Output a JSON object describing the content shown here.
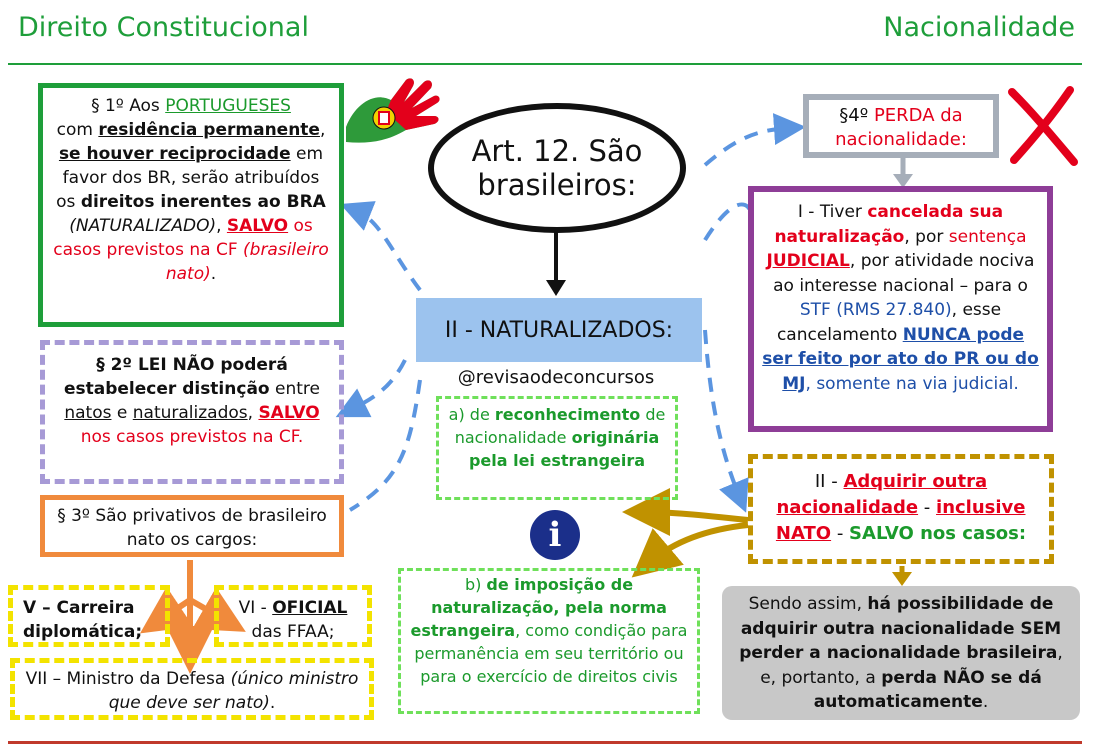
{
  "header": {
    "left_title": "Direito Constitucional",
    "right_title": "Nacionalidade"
  },
  "center": {
    "article": "Art. 12. São brasileiros:",
    "naturalizados": "II - NATURALIZADOS:",
    "handle": "@revisaodeconcursos"
  },
  "par1": {
    "prefix": "§ 1º Aos ",
    "portugueses": "PORTUGUESES",
    "com": "com ",
    "residencia": "residência permanente",
    "comma": ",",
    "reciprocidade": "se houver reciprocidade",
    "em": " em",
    "favor": "favor dos BR, serão atribuídos os ",
    "direitos": "direitos inerentes ao BRA",
    "naturalizado": "(NATURALIZADO)",
    "comma2": ",",
    "salvo": "SALVO",
    "casos": " os casos previstos na CF ",
    "nato": "(brasileiro nato)",
    "dot": "."
  },
  "par2": {
    "lei": "§ 2º LEI NÃO poderá estabelecer distinção",
    "entre": " entre",
    "natos": "natos",
    "e": " e ",
    "naturalizados": "naturalizados",
    "comma": ",",
    "salvo": "SALVO",
    "rest": " nos casos previstos na CF."
  },
  "par3": {
    "text": "§ 3º São privativos de brasileiro nato os cargos:"
  },
  "cargos": {
    "v": "V – Carreira diplomática;",
    "vi_prefix": "VI - ",
    "vi_oficial": "OFICIAL",
    "vi_rest": " das FFAA;",
    "vii": "VII – Ministro da Defesa ",
    "vii_note": "(único ministro que deve ser nato)",
    "vii_dot": "."
  },
  "item_a": {
    "prefix": "a) de ",
    "reconhecimento": "reconhecimento",
    "mid": " de nacionalidade ",
    "originaria": "originária pela lei estrangeira"
  },
  "item_b": {
    "prefix": "b) ",
    "imposicao": "de imposição de naturalização, pela norma estrangeira",
    "rest": ", como condição para permanência em seu território ou para o exercício de direitos civis"
  },
  "par4": {
    "prefix": "§4º ",
    "perda": "PERDA",
    "rest": " da nacionalidade:"
  },
  "perda_i": {
    "prefix": "I - Tiver ",
    "cancelada": "cancelada sua naturalização",
    "por": ", por ",
    "sentenca": "sentença",
    "judicial": "JUDICIAL",
    "atividade": ", por atividade nociva ao interesse nacional – para o ",
    "stf": "STF (RMS 27.840)",
    "esse": ", esse cancelamento ",
    "nunca": "NUNCA pode ser feito por ato do PR ou do MJ",
    "comma": ",",
    "somente": " somente na via judicial."
  },
  "perda_ii": {
    "prefix": "II - ",
    "adquirir": "Adquirir outra nacionalidade",
    "dash": " - ",
    "inclusive": "inclusive NATO",
    "dash2": " - ",
    "salvo": "SALVO nos casos:"
  },
  "conclusao": {
    "prefix": "Sendo assim, ",
    "ha": "há possibilidade de adquirir outra nacionalidade SEM perder a nacionalidade brasileira",
    "mid": ", e, portanto, a ",
    "perda": "perda NÃO se dá automaticamente",
    "dot": "."
  },
  "colors": {
    "green": "#1e9e3a",
    "red": "#e3001b",
    "purple": "#8e3d97",
    "lavender": "#a79ad6",
    "orange": "#f08a3c",
    "yellow": "#f3e300",
    "gold": "#c09200",
    "lightblue": "#9cc3ee",
    "arrowblue": "#5b95e0",
    "lightgreen": "#6fe05a",
    "gray": "#a6aeb9",
    "concbg": "#c8c8c8",
    "navy": "#1b2f8a"
  },
  "icons": [
    "hand-flag-icon",
    "x-mark-icon",
    "info-icon"
  ]
}
